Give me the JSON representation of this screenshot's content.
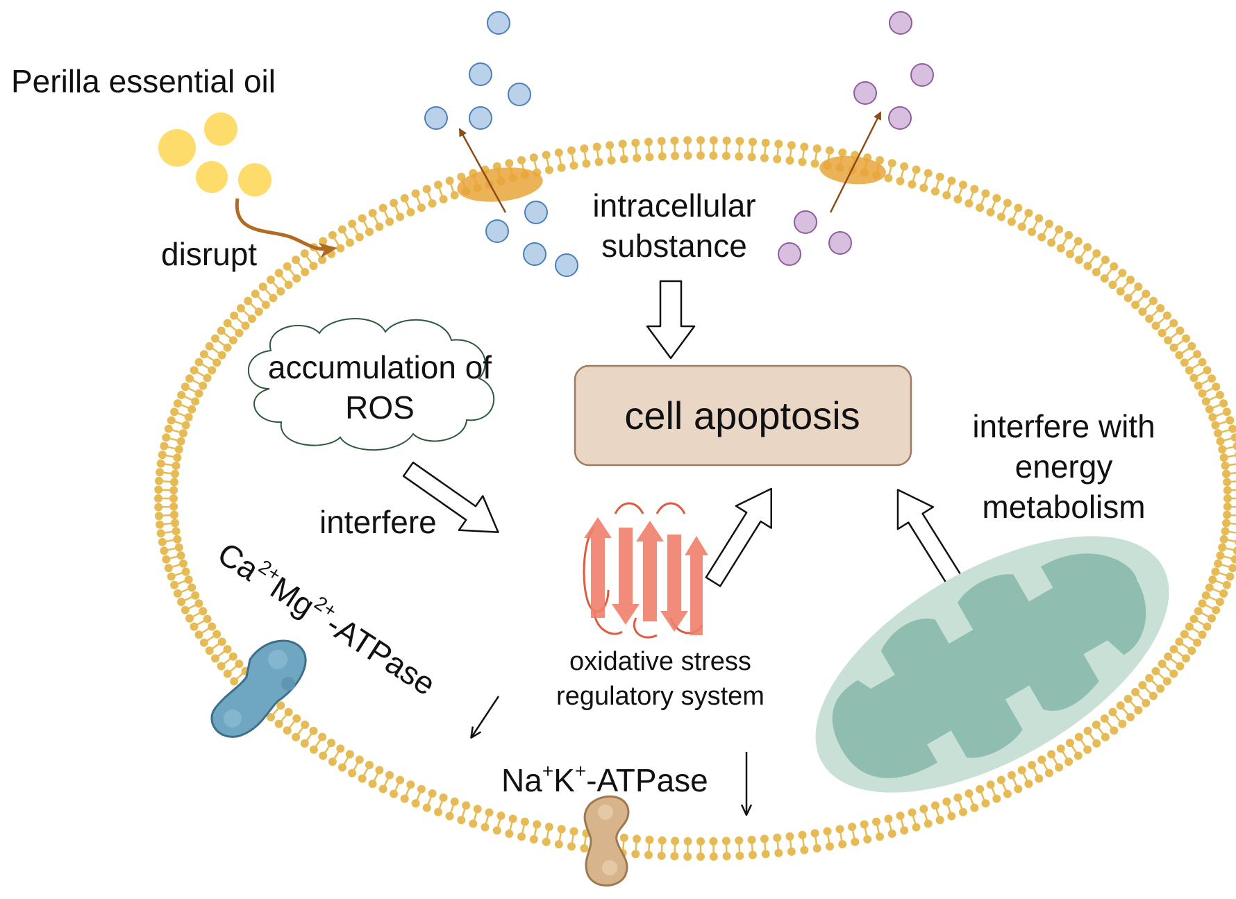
{
  "labels": {
    "source": "Perilla essential oil",
    "disrupt": "disrupt",
    "intracellular_line1": "intracellular",
    "intracellular_line2": "substance",
    "ros_line1": "accumulation of",
    "ros_line2": "ROS",
    "apoptosis": "cell apoptosis",
    "energy_line1": "interfere with",
    "energy_line2": "energy",
    "energy_line3": "metabolism",
    "interfere": "interfere",
    "oxidative_line1": "oxidative stress",
    "oxidative_line2": "regulatory system",
    "camg_ca": "Ca",
    "camg_ca_sup": "2+",
    "camg_mg": "Mg",
    "camg_mg_sup": "2+",
    "camg_rest": "-ATPase",
    "nak_na": "Na",
    "nak_na_sup": "+",
    "nak_k": "K",
    "nak_k_sup": "+",
    "nak_rest": "-ATPase"
  },
  "colors": {
    "membrane": "#e6bb55",
    "oil_droplet": "#fddc6c",
    "blue_particle": "#b9d2ea",
    "blue_particle_stroke": "#4f7fb8",
    "purple_particle": "#d8bedf",
    "purple_particle_stroke": "#8e5e9c",
    "apoptosis_box": "#ead6c5",
    "apoptosis_box_stroke": "#9f7a60",
    "protein": "#ee7f6a",
    "mitochondrion_outer": "#c8e0d5",
    "mitochondrion_inner": "#8fbdb0",
    "ca_atpase": "#6fa6c2",
    "na_atpase": "#d8b48c",
    "arrow_brown": "#9a5a1e"
  },
  "icons": {
    "ca_atpase": "ca-mg-atpase-protein-icon",
    "na_atpase": "na-k-atpase-protein-icon",
    "protein": "beta-sheet-protein-icon",
    "mitochondrion": "mitochondrion-icon",
    "ros": "ros-cloud-icon"
  }
}
